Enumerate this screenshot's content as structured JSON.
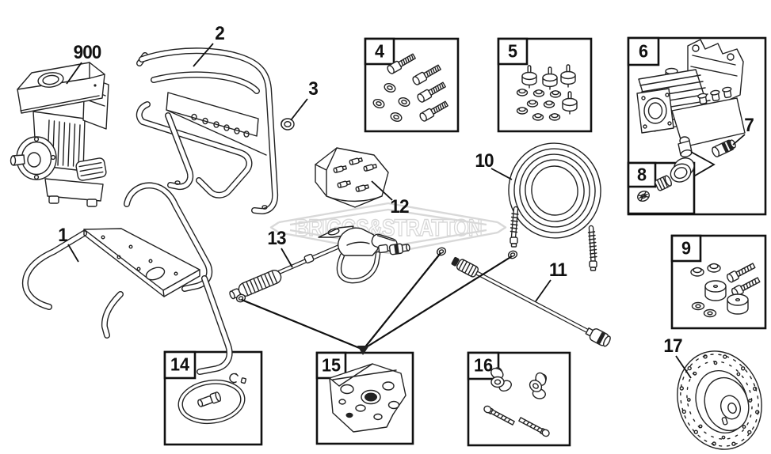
{
  "watermark": {
    "text": "BRIGGS&STRATTON",
    "color": "#d8d8d8"
  },
  "colors": {
    "line": "#222222",
    "background": "#ffffff"
  },
  "parts": {
    "engine": "900",
    "base_frame": "1",
    "handle_frame": "2",
    "grommet": "3",
    "engine_bolt_kit": "4",
    "isolator_mount_kit": "5",
    "pump": "6",
    "outlet_fitting": "7",
    "inlet_fitting_kit": "8",
    "pump_hardware_kit": "9",
    "high_pressure_hose": "10",
    "spray_wand": "11",
    "nozzle_kit": "12",
    "spray_gun": "13",
    "oring_kit": "14",
    "seal_kit": "15",
    "knob_bolt_kit": "16",
    "wheel": "17"
  }
}
